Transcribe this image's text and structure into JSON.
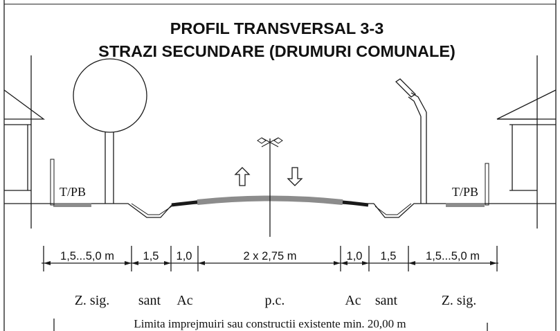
{
  "title": {
    "line1": "PROFIL TRANSVERSAL 3-3",
    "line2": "STRAZI SECUNDARE (DRUMURI COMUNALE)"
  },
  "labels": {
    "tpb_left": "T/PB",
    "tpb_right": "T/PB"
  },
  "dimensions": [
    "1,5...5,0 m",
    "1,5",
    "1,0",
    "2 x 2,75 m",
    "1,0",
    "1,5",
    "1,5...5,0 m"
  ],
  "zones": [
    "Z. sig.",
    "sant",
    "Ac",
    "p.c.",
    "Ac",
    "sant",
    "Z. sig."
  ],
  "note": "Limita imprejmuiri sau constructii existente min. 20,00 m",
  "colors": {
    "line": "#1a1a1a",
    "pavement": "#8c8c8c",
    "background": "#ffffff"
  },
  "icons": {
    "up_arrow": "arrow-up-outline",
    "down_arrow": "arrow-down-outline",
    "axis_marker": "axis-marker",
    "tree": "tree",
    "lamp_post": "street-lamp",
    "house": "house"
  }
}
